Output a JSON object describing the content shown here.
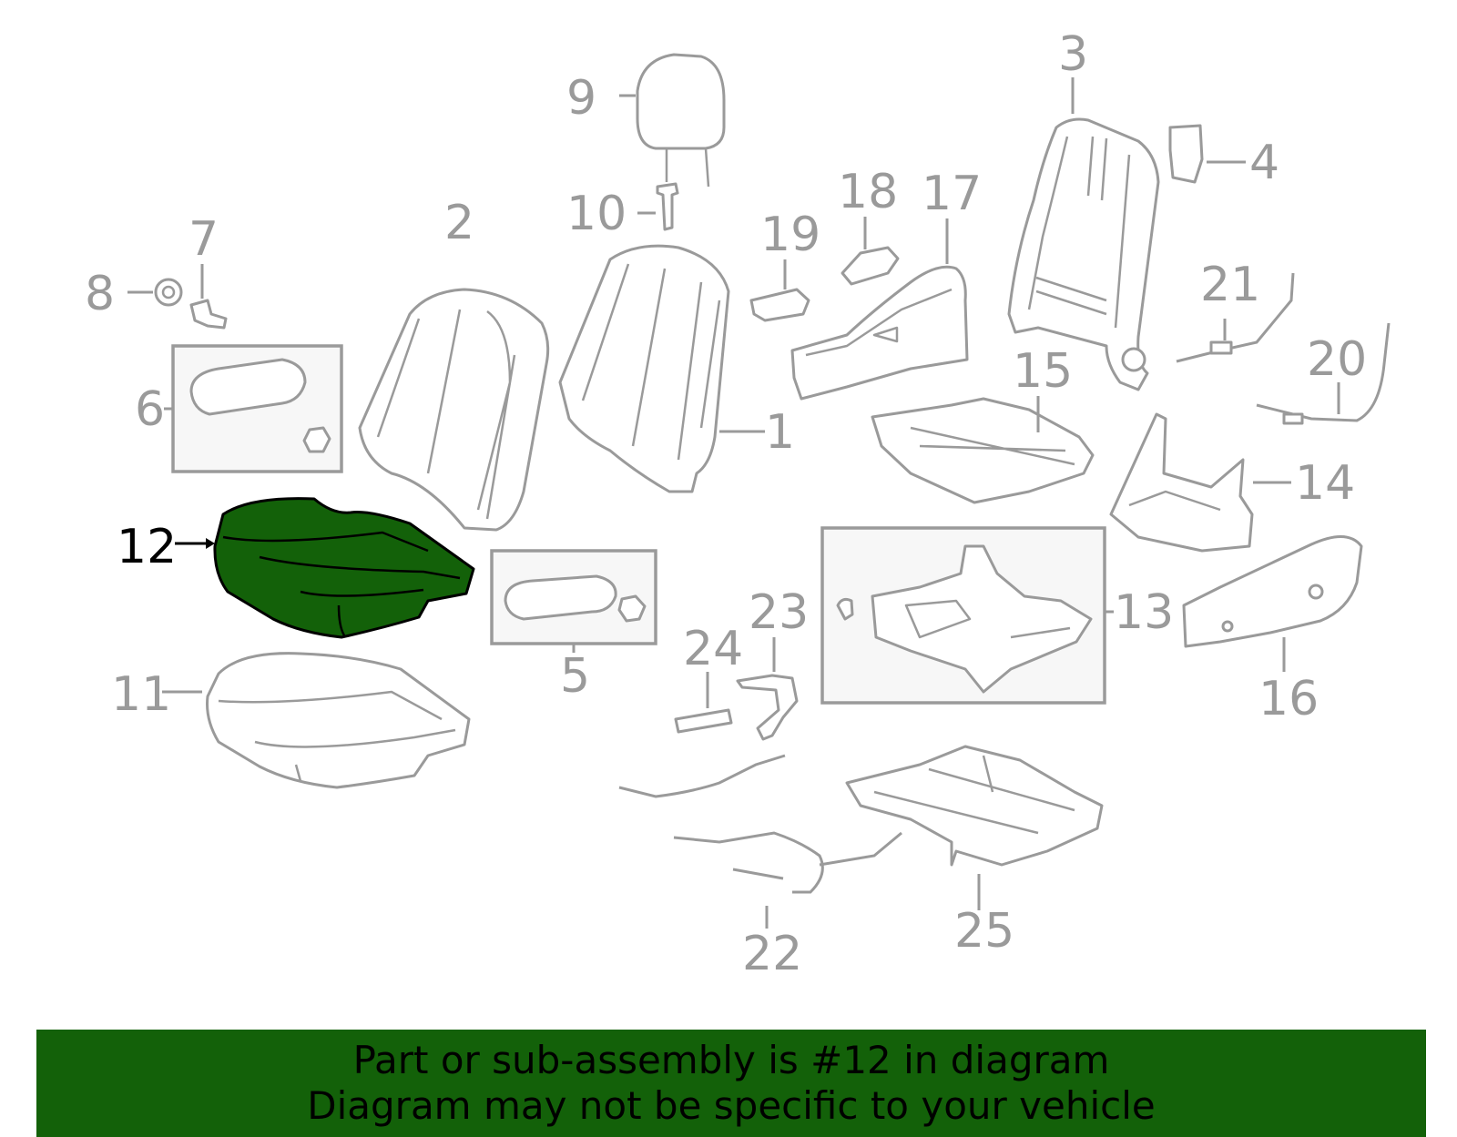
{
  "diagram": {
    "highlighted_part": "12",
    "highlight_color": "#136109",
    "line_color": "#9a9a9a",
    "callouts": [
      "1",
      "2",
      "3",
      "4",
      "5",
      "6",
      "7",
      "8",
      "9",
      "10",
      "11",
      "12",
      "13",
      "14",
      "15",
      "16",
      "17",
      "18",
      "19",
      "20",
      "21",
      "22",
      "23",
      "24",
      "25"
    ]
  },
  "banner": {
    "line1": "Part or sub-assembly is #12 in diagram",
    "line2": "Diagram may not be specific to your vehicle",
    "background": "#136109"
  }
}
